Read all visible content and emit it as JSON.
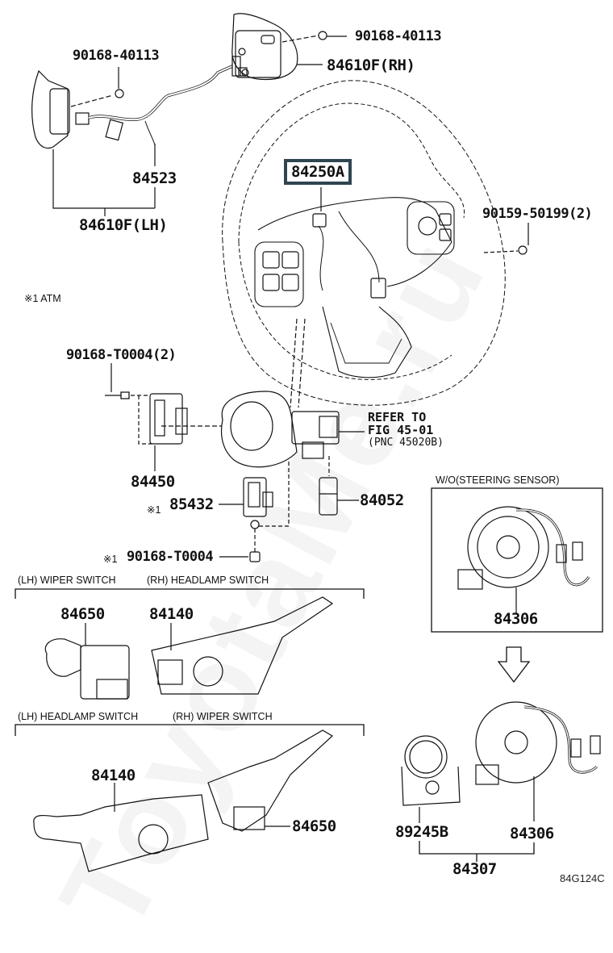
{
  "diagram": {
    "figure_id": "84G124C",
    "watermark": "ToyotaMe.ru",
    "notes": {
      "atm": "※1 ATM"
    },
    "refer": {
      "line1": "REFER TO",
      "line2": "FIG 45-01",
      "line3": "(PNC 45020B)"
    },
    "section_headers": {
      "wo_steering_sensor": "W/O(STEERING SENSOR)",
      "set1_lh": "(LH) WIPER SWITCH",
      "set1_rh": "(RH) HEADLAMP SWITCH",
      "set2_lh": "(LH) HEADLAMP SWITCH",
      "set2_rh": "(RH) WIPER SWITCH"
    },
    "parts": {
      "screw_lh": "90168-40113",
      "screw_rh": "90168-40113",
      "switch_rh": "84610F(RH)",
      "switch_lh": "84610F(LH)",
      "wire_harness": "84523",
      "wheel_switch_assy": "84250A",
      "screw_wheel": "90159-50199(2)",
      "screw_cover": "90168-T0004(2)",
      "cover_part": "84450",
      "lock_part": "85432",
      "lock_part_prefix": "※1",
      "screw_lock": "90168-T0004",
      "screw_lock_prefix": "※1",
      "connector": "84052",
      "spiral_cable_wo": "84306",
      "wiper_switch_1": "84650",
      "headlamp_switch_1": "84140",
      "headlamp_switch_2": "84140",
      "wiper_switch_2": "84650",
      "steering_sensor": "89245B",
      "spiral_cable": "84306",
      "spiral_cable_sub": "84307"
    }
  }
}
